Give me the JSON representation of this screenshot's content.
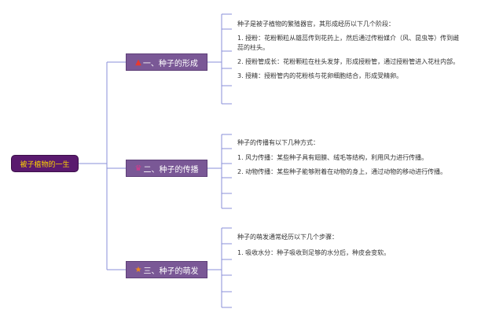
{
  "root": {
    "label": "被子植物的一生"
  },
  "branches": [
    {
      "icon": "▲",
      "icon_color": "#e83a2f",
      "label": "一、种子的形成",
      "leaves": [
        "种子是被子植物的繁殖器官，其形成经历以下几个阶段：",
        "1. 授粉：花粉颗粒从雄蕊传到花药上，然后通过传粉媒介（风、昆虫等）传到雌",
        "蕊的柱头。",
        "2. 授粉管成长：花粉颗粒在柱头发芽，形成授粉管，通过授粉管进入花柱内部。",
        "3. 授精：授粉管内的花粉核与花卵细胞结合，形成受精卵。"
      ]
    },
    {
      "icon": "♛",
      "icon_color": "#d93a8c",
      "label": "二、种子的传播",
      "leaves": [
        "种子的传播有以下几种方式：",
        "1. 风力传播：某些种子具有翅膜、绒毛等结构，利用风力进行传播。",
        "2. 动物传播：某些种子能够附着在动物的身上，通过动物的移动进行传播。"
      ]
    },
    {
      "icon": "★",
      "icon_color": "#f08a1c",
      "label": "三、种子的萌发",
      "leaves": [
        "种子的萌发通常经历以下几个步骤：",
        "1. 吸收水分：种子吸收到足够的水分后，种皮会变软。"
      ]
    }
  ],
  "colors": {
    "line": "#8a8fd8",
    "root_bg": "#5a1a6e",
    "root_text": "#ffd400",
    "branch_bg": "#7a5896"
  }
}
